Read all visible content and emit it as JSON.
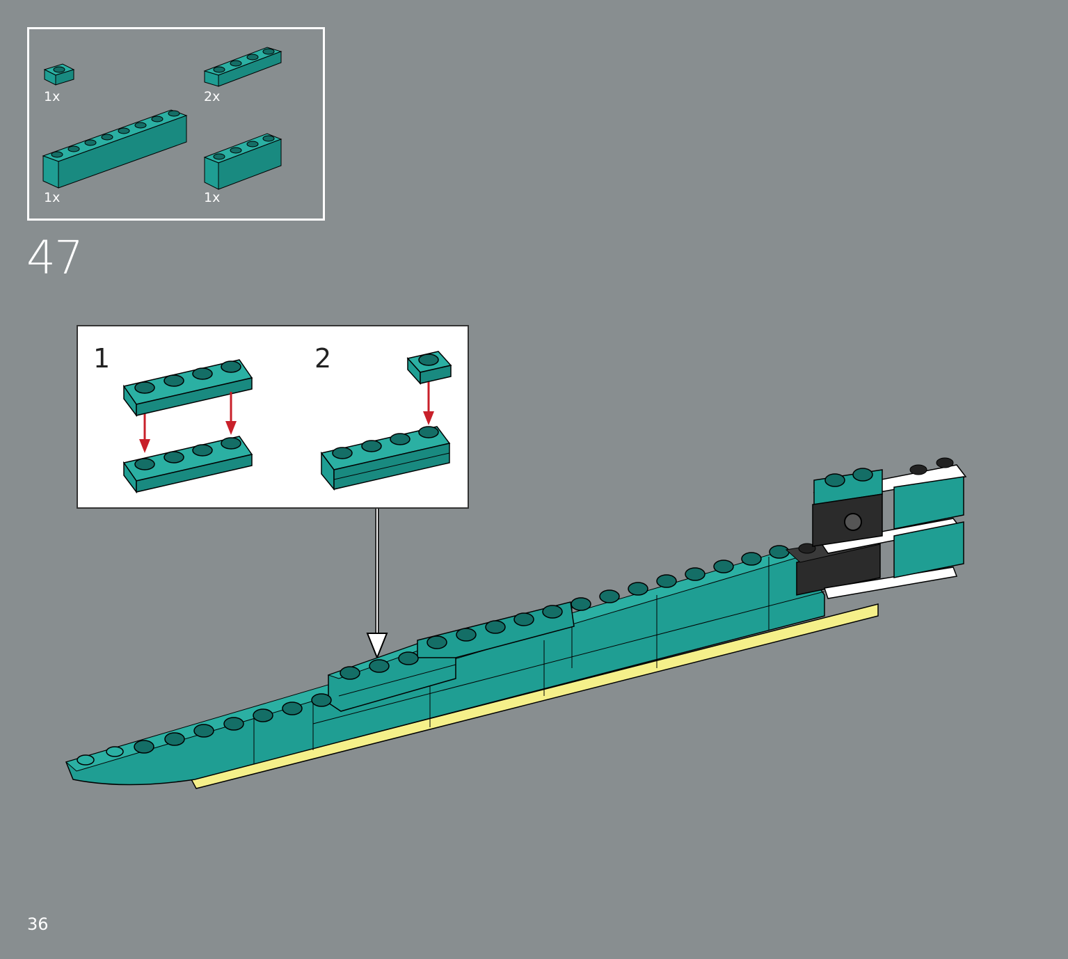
{
  "parts": [
    {
      "qty": "1x",
      "part": "plate 1x1",
      "icon": "plate-1x1-icon"
    },
    {
      "qty": "2x",
      "part": "plate 1x4",
      "icon": "plate-1x4-icon"
    },
    {
      "qty": "1x",
      "part": "brick 1x8",
      "icon": "brick-1x8-icon"
    },
    {
      "qty": "1x",
      "part": "brick 1x4",
      "icon": "brick-1x4-icon"
    }
  ],
  "step": {
    "number": "47"
  },
  "callout": {
    "substeps": [
      "1",
      "2"
    ]
  },
  "page": {
    "number": "36"
  },
  "colors": {
    "background": "#888e90",
    "brick": "#1f9e93",
    "brick_dark": "#14776e",
    "arrow": "#c8202a",
    "yellow": "#f5f08a"
  }
}
